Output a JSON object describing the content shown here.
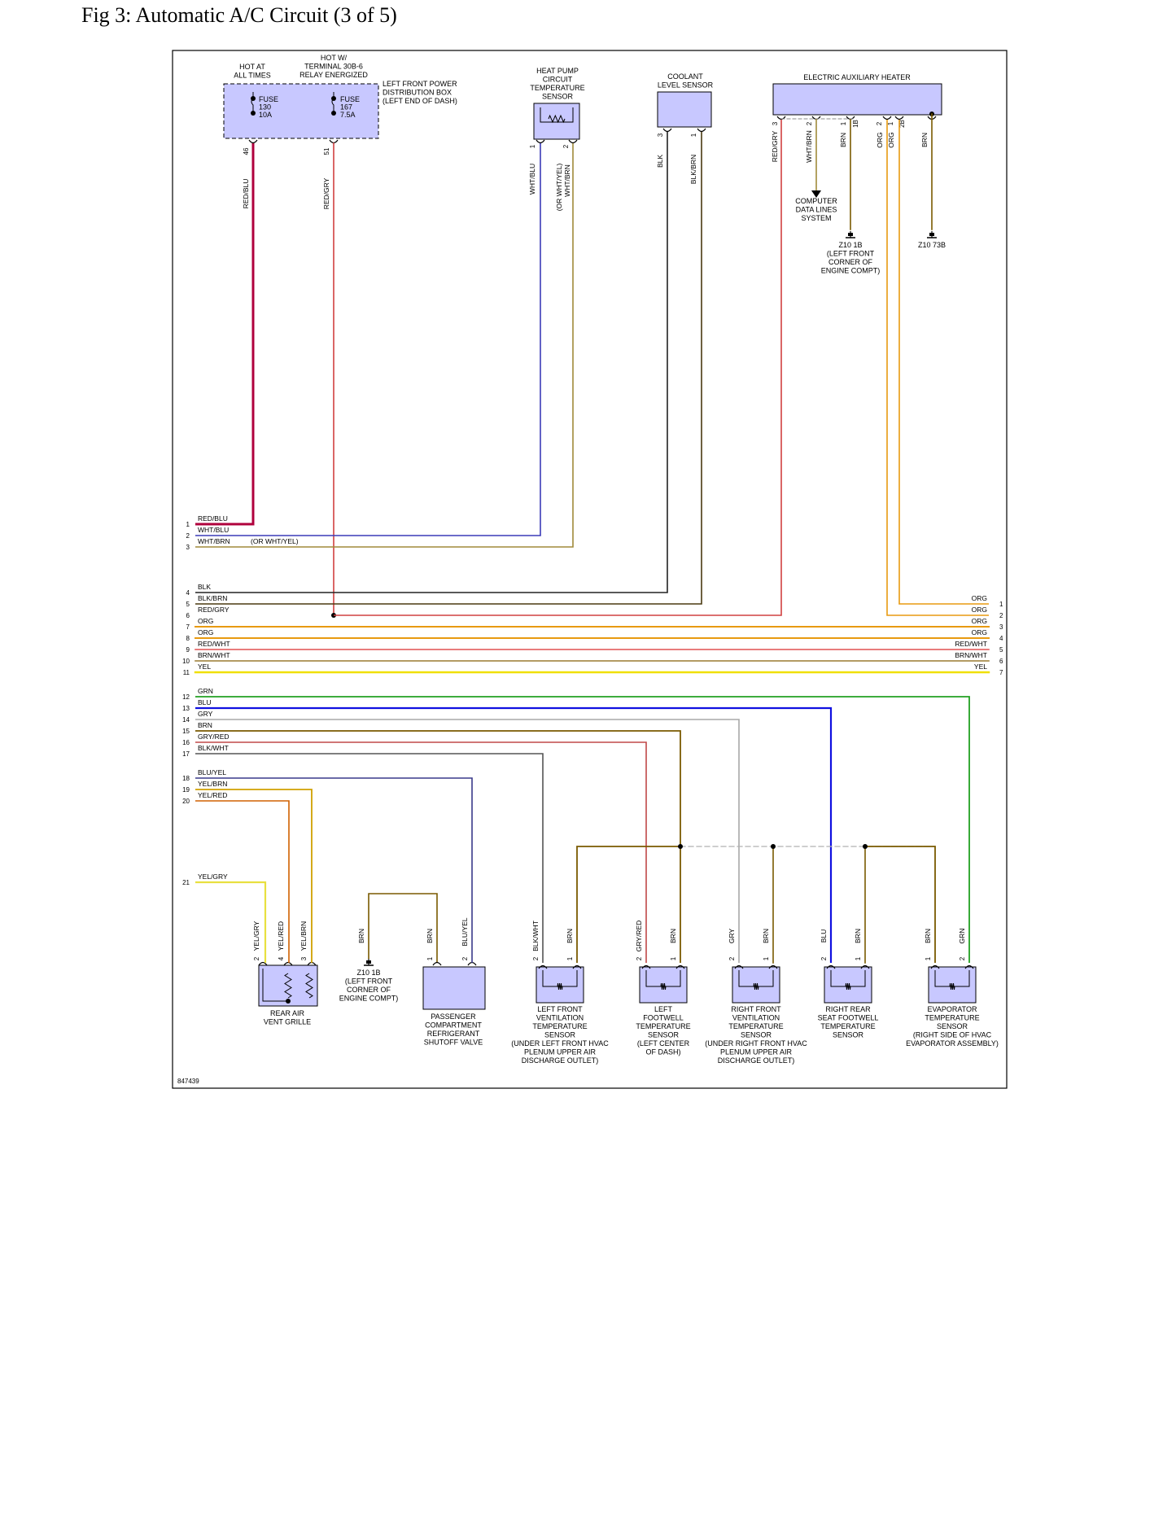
{
  "title": "Fig 3: Automatic A/C Circuit (3 of 5)",
  "diagram_id": "847439",
  "colors": {
    "component_fill": "#c8c8ff",
    "RED/BLU": "#b0003c",
    "RED/GRY": "#d04040",
    "WHT/BLU": "#3b3bb8",
    "WHT/BRN": "#a08a3a",
    "BLK": "#222222",
    "BLK/BRN": "#4a3a10",
    "ORG": "#e89a10",
    "RED/WHT": "#e05050",
    "BRN/WHT": "#9a7a30",
    "YEL": "#f0e000",
    "GRN": "#22a022",
    "BLU": "#1010e0",
    "GRY": "#a8a8a8",
    "BRN": "#7a5a00",
    "GRY/RED": "#c04848",
    "BLK/WHT": "#555555",
    "BLU/YEL": "#3a3a8a",
    "YEL/BRN": "#d0a000",
    "YEL/RED": "#d06000",
    "YEL/GRY": "#e8e040"
  },
  "fuse_box": {
    "hot1": [
      "HOT AT",
      "ALL TIMES"
    ],
    "hot2": [
      "HOT W/",
      "TERMINAL 30B-6",
      "RELAY ENERGIZED"
    ],
    "desc": [
      "LEFT FRONT POWER",
      "DISTRIBUTION BOX",
      "(LEFT END OF DASH)"
    ],
    "fuse1": [
      "FUSE",
      "130",
      "10A"
    ],
    "fuse2": [
      "FUSE",
      "167",
      "7.5A"
    ],
    "pin1": "46",
    "pin2": "51",
    "wire1": "RED/BLU",
    "wire2": "RED/GRY"
  },
  "heat_pump": {
    "label": [
      "HEAT PUMP",
      "CIRCUIT",
      "TEMPERATURE",
      "SENSOR"
    ],
    "pin1": "1",
    "pin2": "2",
    "wire1": "WHT/BLU",
    "wire2a": "(OR WHT/YEL)",
    "wire2b": "WHT/BRN"
  },
  "coolant": {
    "label": [
      "COOLANT",
      "LEVEL SENSOR"
    ],
    "pin1": "3",
    "pin2": "1",
    "wire1": "BLK",
    "wire2": "BLK/BRN"
  },
  "aux_heater": {
    "label": "ELECTRIC AUXILIARY HEATER",
    "pins": [
      "3",
      "2",
      "1",
      "1B",
      "2",
      "1",
      "2B"
    ],
    "wires": [
      "RED/GRY",
      "WHT/BRN",
      "BRN",
      "ORG",
      "ORG",
      "BRN"
    ],
    "cdl": [
      "COMPUTER",
      "DATA LINES",
      "SYSTEM"
    ],
    "ground1": [
      "Z10 1B",
      "(LEFT FRONT",
      "CORNER OF",
      "ENGINE COMPT)"
    ],
    "ground2": "Z10 73B"
  },
  "left_connector": {
    "rows": [
      {
        "pin": "1",
        "wire": "RED/BLU"
      },
      {
        "pin": "2",
        "wire": "WHT/BLU"
      },
      {
        "pin": "3",
        "wire": "WHT/BRN"
      },
      {
        "pin": "4",
        "wire": "BLK"
      },
      {
        "pin": "5",
        "wire": "BLK/BRN"
      },
      {
        "pin": "6",
        "wire": "RED/GRY"
      },
      {
        "pin": "7",
        "wire": "ORG"
      },
      {
        "pin": "8",
        "wire": "ORG"
      },
      {
        "pin": "9",
        "wire": "RED/WHT"
      },
      {
        "pin": "10",
        "wire": "BRN/WHT"
      },
      {
        "pin": "11",
        "wire": "YEL"
      },
      {
        "pin": "12",
        "wire": "GRN"
      },
      {
        "pin": "13",
        "wire": "BLU"
      },
      {
        "pin": "14",
        "wire": "GRY"
      },
      {
        "pin": "15",
        "wire": "BRN"
      },
      {
        "pin": "16",
        "wire": "GRY/RED"
      },
      {
        "pin": "17",
        "wire": "BLK/WHT"
      },
      {
        "pin": "18",
        "wire": "BLU/YEL"
      },
      {
        "pin": "19",
        "wire": "YEL/BRN"
      },
      {
        "pin": "20",
        "wire": "YEL/RED"
      },
      {
        "pin": "21",
        "wire": "YEL/GRY"
      }
    ],
    "alt_note": "(OR WHT/YEL)"
  },
  "right_connector": {
    "rows": [
      {
        "pin": "1",
        "wire": "ORG"
      },
      {
        "pin": "2",
        "wire": "ORG"
      },
      {
        "pin": "3",
        "wire": "ORG"
      },
      {
        "pin": "4",
        "wire": "ORG"
      },
      {
        "pin": "5",
        "wire": "RED/WHT"
      },
      {
        "pin": "6",
        "wire": "BRN/WHT"
      },
      {
        "pin": "7",
        "wire": "YEL"
      }
    ]
  },
  "bottom": {
    "rear_vent": {
      "label": [
        "REAR AIR",
        "VENT GRILLE"
      ],
      "pins": [
        "2",
        "4",
        "3"
      ],
      "wires": [
        "YEL/GRY",
        "YEL/RED",
        "YEL/BRN"
      ]
    },
    "ground": {
      "label": [
        "Z10 1B",
        "(LEFT FRONT",
        "CORNER OF",
        "ENGINE COMPT)"
      ],
      "wire": "BRN"
    },
    "valve": {
      "label": [
        "PASSENGER",
        "COMPARTMENT",
        "REFRIGERANT",
        "SHUTOFF VALVE"
      ],
      "pins": [
        "1",
        "2"
      ],
      "wires": [
        "BRN",
        "BLU/YEL"
      ]
    },
    "lf_vent": {
      "label": [
        "LEFT FRONT",
        "VENTILATION",
        "TEMPERATURE",
        "SENSOR",
        "(UNDER LEFT FRONT HVAC",
        "PLENUM UPPER AIR",
        "DISCHARGE OUTLET)"
      ],
      "pins": [
        "2",
        "1"
      ],
      "wires": [
        "BLK/WHT",
        "BRN"
      ]
    },
    "l_foot": {
      "label": [
        "LEFT",
        "FOOTWELL",
        "TEMPERATURE",
        "SENSOR",
        "(LEFT CENTER",
        "OF DASH)"
      ],
      "pins": [
        "2",
        "1"
      ],
      "wires": [
        "GRY/RED",
        "BRN"
      ]
    },
    "rf_vent": {
      "label": [
        "RIGHT FRONT",
        "VENTILATION",
        "TEMPERATURE",
        "SENSOR",
        "(UNDER RIGHT FRONT HVAC",
        "PLENUM UPPER AIR",
        "DISCHARGE OUTLET)"
      ],
      "pins": [
        "2",
        "1"
      ],
      "wires": [
        "GRY",
        "BRN"
      ]
    },
    "rr_seat": {
      "label": [
        "RIGHT REAR",
        "SEAT FOOTWELL",
        "TEMPERATURE",
        "SENSOR"
      ],
      "pins": [
        "2",
        "1"
      ],
      "wires": [
        "BLU",
        "BRN"
      ]
    },
    "evap": {
      "label": [
        "EVAPORATOR",
        "TEMPERATURE",
        "SENSOR",
        "(RIGHT SIDE OF HVAC",
        "EVAPORATOR ASSEMBLY)"
      ],
      "pins": [
        "1",
        "2"
      ],
      "wires": [
        "BRN",
        "GRN"
      ]
    }
  }
}
